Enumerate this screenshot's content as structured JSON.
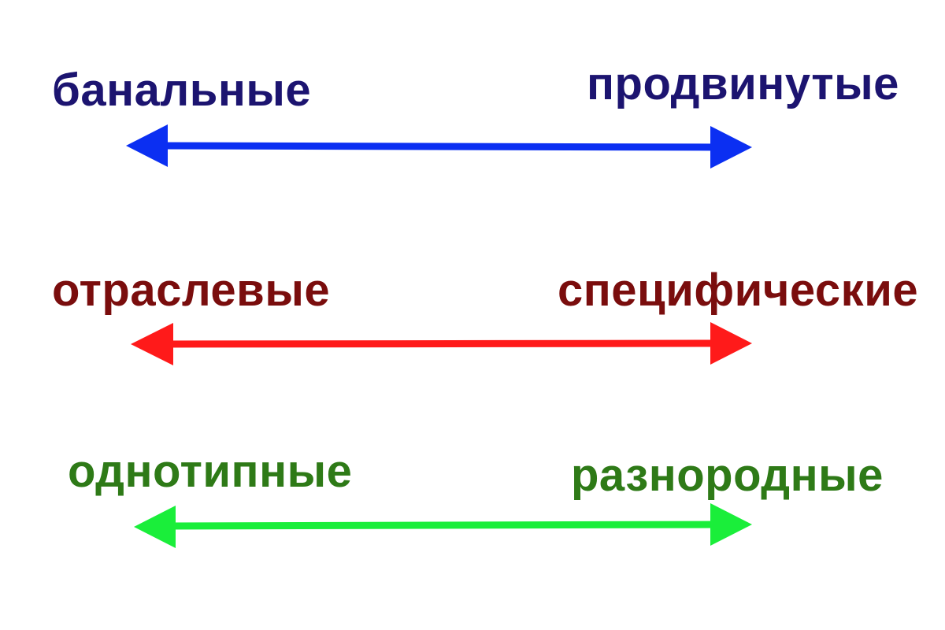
{
  "scales": [
    {
      "left_label": "банальные",
      "right_label": "продвинутые",
      "text_color": "#1c1470",
      "arrow_color": "#0b2ff2"
    },
    {
      "left_label": "отраслевые",
      "right_label": "специфические",
      "text_color": "#7a0d0d",
      "arrow_color": "#ff1a1a"
    },
    {
      "left_label": "однотипные",
      "right_label": "разнородные",
      "text_color": "#2e7a17",
      "arrow_color": "#1aee3a"
    }
  ]
}
